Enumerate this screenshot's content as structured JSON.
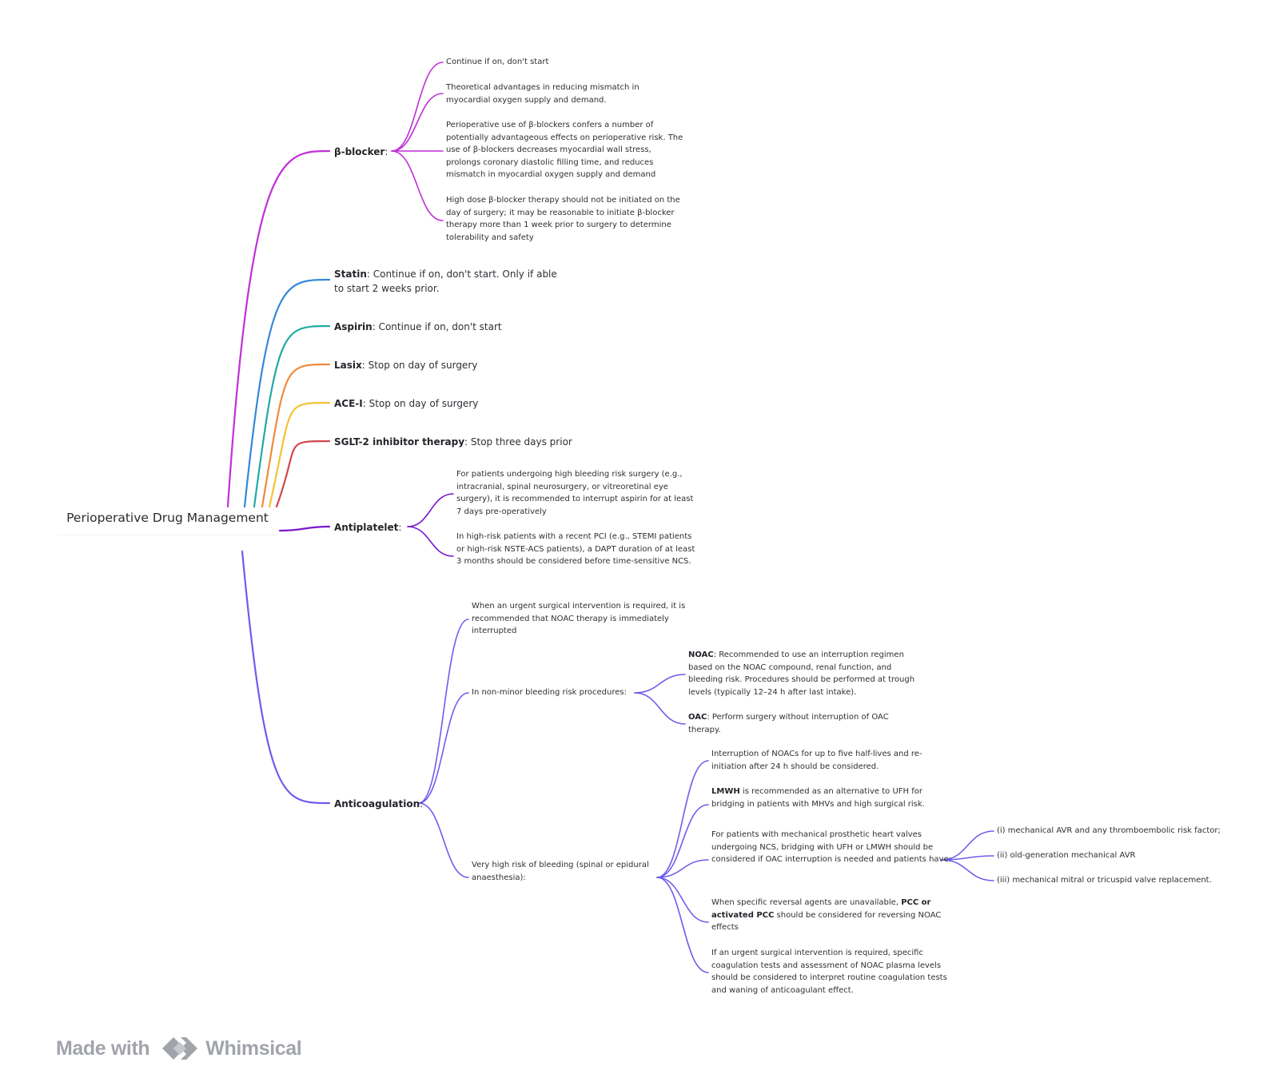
{
  "title": "Perioperative Drug Management",
  "branches": [
    {
      "id": "bb",
      "color": "#c12fd8",
      "label": "β-blocker",
      "text": ":",
      "children": [
        {
          "id": "bb1",
          "text": "Continue if on, don't start"
        },
        {
          "id": "bb2",
          "text": "Theoretical advantages in reducing mismatch in myocardial oxygen supply and demand."
        },
        {
          "id": "bb3",
          "text": "Perioperative use of β-blockers confers a number of potentially advantageous effects on perioperative risk. The use of β-blockers decreases myocardial wall stress, prolongs coronary diastolic filling time, and reduces mismatch in myocardial oxygen supply and demand"
        },
        {
          "id": "bb4",
          "text": "High dose β-blocker therapy should not be initiated on the day of surgery; it may be reasonable to initiate β-blocker therapy more than 1 week prior to surgery to determine tolerability and safety"
        }
      ]
    },
    {
      "id": "statin",
      "color": "#3388d8",
      "label": "Statin",
      "text": ": Continue if on, don't start. Only if able to start 2 weeks prior."
    },
    {
      "id": "aspirin",
      "color": "#22aaa2",
      "label": "Aspirin",
      "text": ": Continue if on, don't start"
    },
    {
      "id": "lasix",
      "color": "#ef8a3c",
      "label": "Lasix",
      "text": ": Stop on day of surgery"
    },
    {
      "id": "acei",
      "color": "#f4c235",
      "label": "ACE-I",
      "text": ": Stop on day of surgery"
    },
    {
      "id": "sglt",
      "color": "#d1464e",
      "label": "SGLT-2 inhibitor therapy",
      "text": ": Stop three days prior"
    },
    {
      "id": "anti",
      "color": "#7a16cc",
      "label": "Antiplatelet",
      "text": ":",
      "children": [
        {
          "id": "ap1",
          "text": "For patients undergoing high bleeding risk surgery (e.g., intracranial, spinal neurosurgery, or vitreoretinal eye surgery), it is recommended to interrupt aspirin for at least 7 days pre-operatively"
        },
        {
          "id": "ap2",
          "text": "In high-risk patients with a recent PCI (e.g., STEMI patients or high-risk NSTE-ACS patients), a DAPT duration of at least 3 months should be considered before time-sensitive NCS."
        }
      ]
    },
    {
      "id": "coag",
      "color": "#6e5cec",
      "label": "Anticoagulation",
      "text": ":",
      "children": [
        {
          "id": "ac1",
          "text": "When an urgent surgical intervention is required, it is recommended that NOAC therapy is immediately interrupted"
        },
        {
          "id": "ac2",
          "text": "In non-minor bleeding risk procedures:",
          "children": [
            {
              "id": "nm1",
              "bold": "NOAC",
              "text": ": Recommended to use an interruption regimen based on the NOAC compound, renal function, and bleeding risk. Procedures should be performed at trough levels (typically 12–24 h after last intake)."
            },
            {
              "id": "nm2",
              "bold": "OAC",
              "text": ": Perform surgery without interruption of OAC therapy."
            }
          ]
        },
        {
          "id": "ac3",
          "text": "Very high risk of bleeding (spinal or epidural anaesthesia):",
          "children": [
            {
              "id": "vh1",
              "text": "Interruption of NOACs for up to five half-lives and re-initiation after 24 h should be considered."
            },
            {
              "id": "vh2",
              "bold": "LMWH",
              "text": " is recommended as an alternative to UFH for bridging in patients with MHVs and high surgical risk."
            },
            {
              "id": "vh3",
              "text": "For patients with mechanical prosthetic heart valves undergoing NCS, bridging with UFH or LMWH should be considered if OAC interruption is needed and patients have:",
              "children": [
                {
                  "id": "mv1",
                  "text": "(i) mechanical AVR and any thromboembolic risk factor;"
                },
                {
                  "id": "mv2",
                  "text": "(ii) old-generation mechanical AVR"
                },
                {
                  "id": "mv3",
                  "text": "(iii) mechanical mitral or tricuspid valve replacement."
                }
              ]
            },
            {
              "id": "vh4",
              "pre": "When specific reversal agents are unavailable, ",
              "bold": "PCC or activated PCC",
              "text": " should be considered for reversing NOAC effects"
            },
            {
              "id": "vh5",
              "text": "If an urgent surgical intervention is required, specific coagulation tests and assessment of NOAC plasma levels should be considered to interpret routine coagulation tests and waning of anticoagulant effect."
            }
          ]
        }
      ]
    }
  ],
  "branding": {
    "prefix": "Made with",
    "name": "Whimsical"
  },
  "colors": {
    "wire_default": "#6e5cec",
    "brand_gray": "#a2a4ab"
  }
}
